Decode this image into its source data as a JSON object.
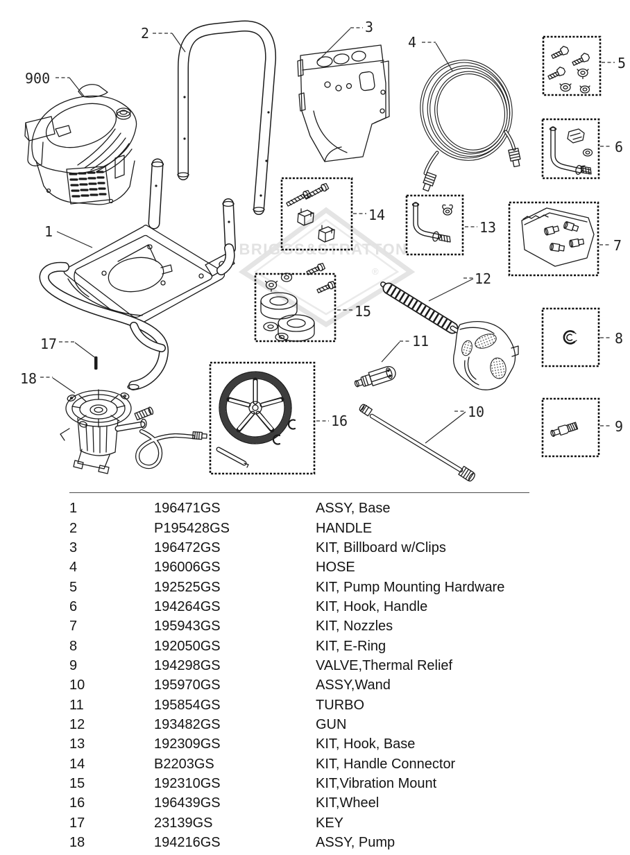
{
  "watermark": {
    "text": "BRIGGS&STRATTON",
    "registered": "®"
  },
  "diagram": {
    "callouts": {
      "c900": "900",
      "c1": "1",
      "c2": "2",
      "c3": "3",
      "c4": "4",
      "c5": "5",
      "c6": "6",
      "c7": "7",
      "c8": "8",
      "c9": "9",
      "c10": "10",
      "c11": "11",
      "c12": "12",
      "c13": "13",
      "c14": "14",
      "c15": "15",
      "c16": "16",
      "c17": "17",
      "c18": "18"
    }
  },
  "parts_table": {
    "rows": [
      {
        "ref": "1",
        "part_number": "196471GS",
        "description": "ASSY, Base"
      },
      {
        "ref": "2",
        "part_number": "P195428GS",
        "description": "HANDLE"
      },
      {
        "ref": "3",
        "part_number": "196472GS",
        "description": "KIT, Billboard w/Clips"
      },
      {
        "ref": "4",
        "part_number": "196006GS",
        "description": "HOSE"
      },
      {
        "ref": "5",
        "part_number": "192525GS",
        "description": "KIT, Pump Mounting Hardware"
      },
      {
        "ref": "6",
        "part_number": "194264GS",
        "description": "KIT, Hook, Handle"
      },
      {
        "ref": "7",
        "part_number": "195943GS",
        "description": "KIT, Nozzles"
      },
      {
        "ref": "8",
        "part_number": "192050GS",
        "description": "KIT, E-Ring"
      },
      {
        "ref": "9",
        "part_number": "194298GS",
        "description": "VALVE,Thermal Relief"
      },
      {
        "ref": "10",
        "part_number": "195970GS",
        "description": "ASSY,Wand"
      },
      {
        "ref": "11",
        "part_number": "195854GS",
        "description": "TURBO"
      },
      {
        "ref": "12",
        "part_number": "193482GS",
        "description": "GUN"
      },
      {
        "ref": "13",
        "part_number": "192309GS",
        "description": "KIT, Hook, Base"
      },
      {
        "ref": "14",
        "part_number": "B2203GS",
        "description": "KIT, Handle Connector"
      },
      {
        "ref": "15",
        "part_number": "192310GS",
        "description": "KIT,Vibration Mount"
      },
      {
        "ref": "16",
        "part_number": "196439GS",
        "description": "KIT,Wheel"
      },
      {
        "ref": "17",
        "part_number": "23139GS",
        "description": "KEY"
      },
      {
        "ref": "18",
        "part_number": "194216GS",
        "description": "ASSY, Pump"
      }
    ]
  }
}
